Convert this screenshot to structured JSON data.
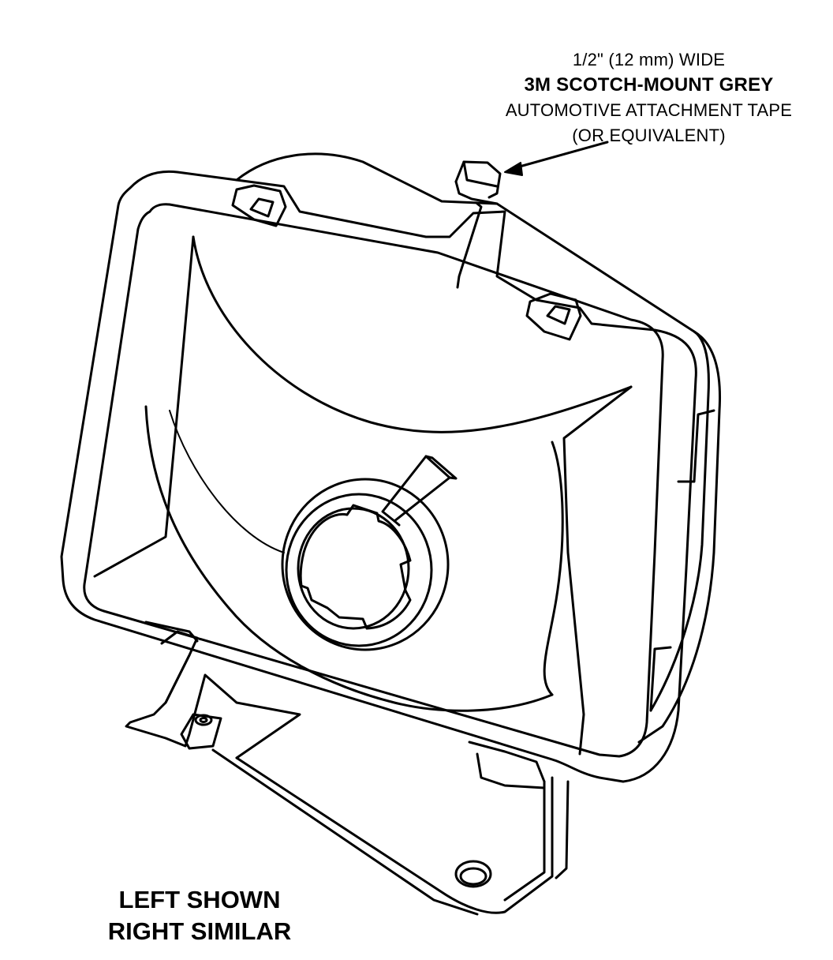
{
  "callout": {
    "line1": "1/2\" (12 mm) WIDE",
    "line2": "3M SCOTCH-MOUNT GREY",
    "line3": "AUTOMOTIVE ATTACHMENT TAPE",
    "line4": "(OR EQUIVALENT)"
  },
  "note": {
    "line1": "LEFT SHOWN",
    "line2": "RIGHT SIMILAR"
  },
  "colors": {
    "ink": "#000000",
    "paper": "#ffffff"
  }
}
